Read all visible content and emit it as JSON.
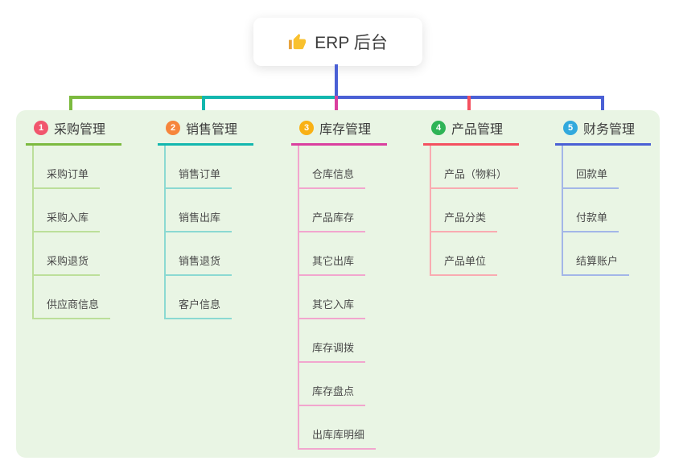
{
  "root": {
    "icon": "thumbs-up-icon",
    "label": "ERP 后台"
  },
  "branches": [
    {
      "number": "1",
      "label": "采购管理",
      "badge_color": "#F1566D",
      "line_color": "#7CBA3F",
      "child_line_color": "#BCDF9A",
      "children": [
        "采购订单",
        "采购入库",
        "采购退货",
        "供应商信息"
      ]
    },
    {
      "number": "2",
      "label": "销售管理",
      "badge_color": "#F6853B",
      "line_color": "#13B7AE",
      "child_line_color": "#8BD9D2",
      "children": [
        "销售订单",
        "销售出库",
        "销售退货",
        "客户信息"
      ]
    },
    {
      "number": "3",
      "label": "库存管理",
      "badge_color": "#F9B115",
      "line_color": "#DA3F9F",
      "child_line_color": "#F2A6CE",
      "children": [
        "仓库信息",
        "产品库存",
        "其它出库",
        "其它入库",
        "库存调拨",
        "库存盘点",
        "出库库明细"
      ]
    },
    {
      "number": "4",
      "label": "产品管理",
      "badge_color": "#2EB456",
      "line_color": "#F4505F",
      "child_line_color": "#F9ABB1",
      "children": [
        "产品（物料）",
        "产品分类",
        "产品单位"
      ]
    },
    {
      "number": "5",
      "label": "财务管理",
      "badge_color": "#31A9DD",
      "line_color": "#4A60D5",
      "child_line_color": "#A3B6E8",
      "children": [
        "回款单",
        "付款单",
        "结算账户"
      ]
    }
  ],
  "colors": {
    "canvas_bg": "#E9F5E4",
    "root_card_bg": "#FFFFFF",
    "root_connector": "#4A60D5",
    "label_text": "#3D3D3D",
    "child_text": "#4A4A4A",
    "thumb_icon": "#F9C12E"
  }
}
